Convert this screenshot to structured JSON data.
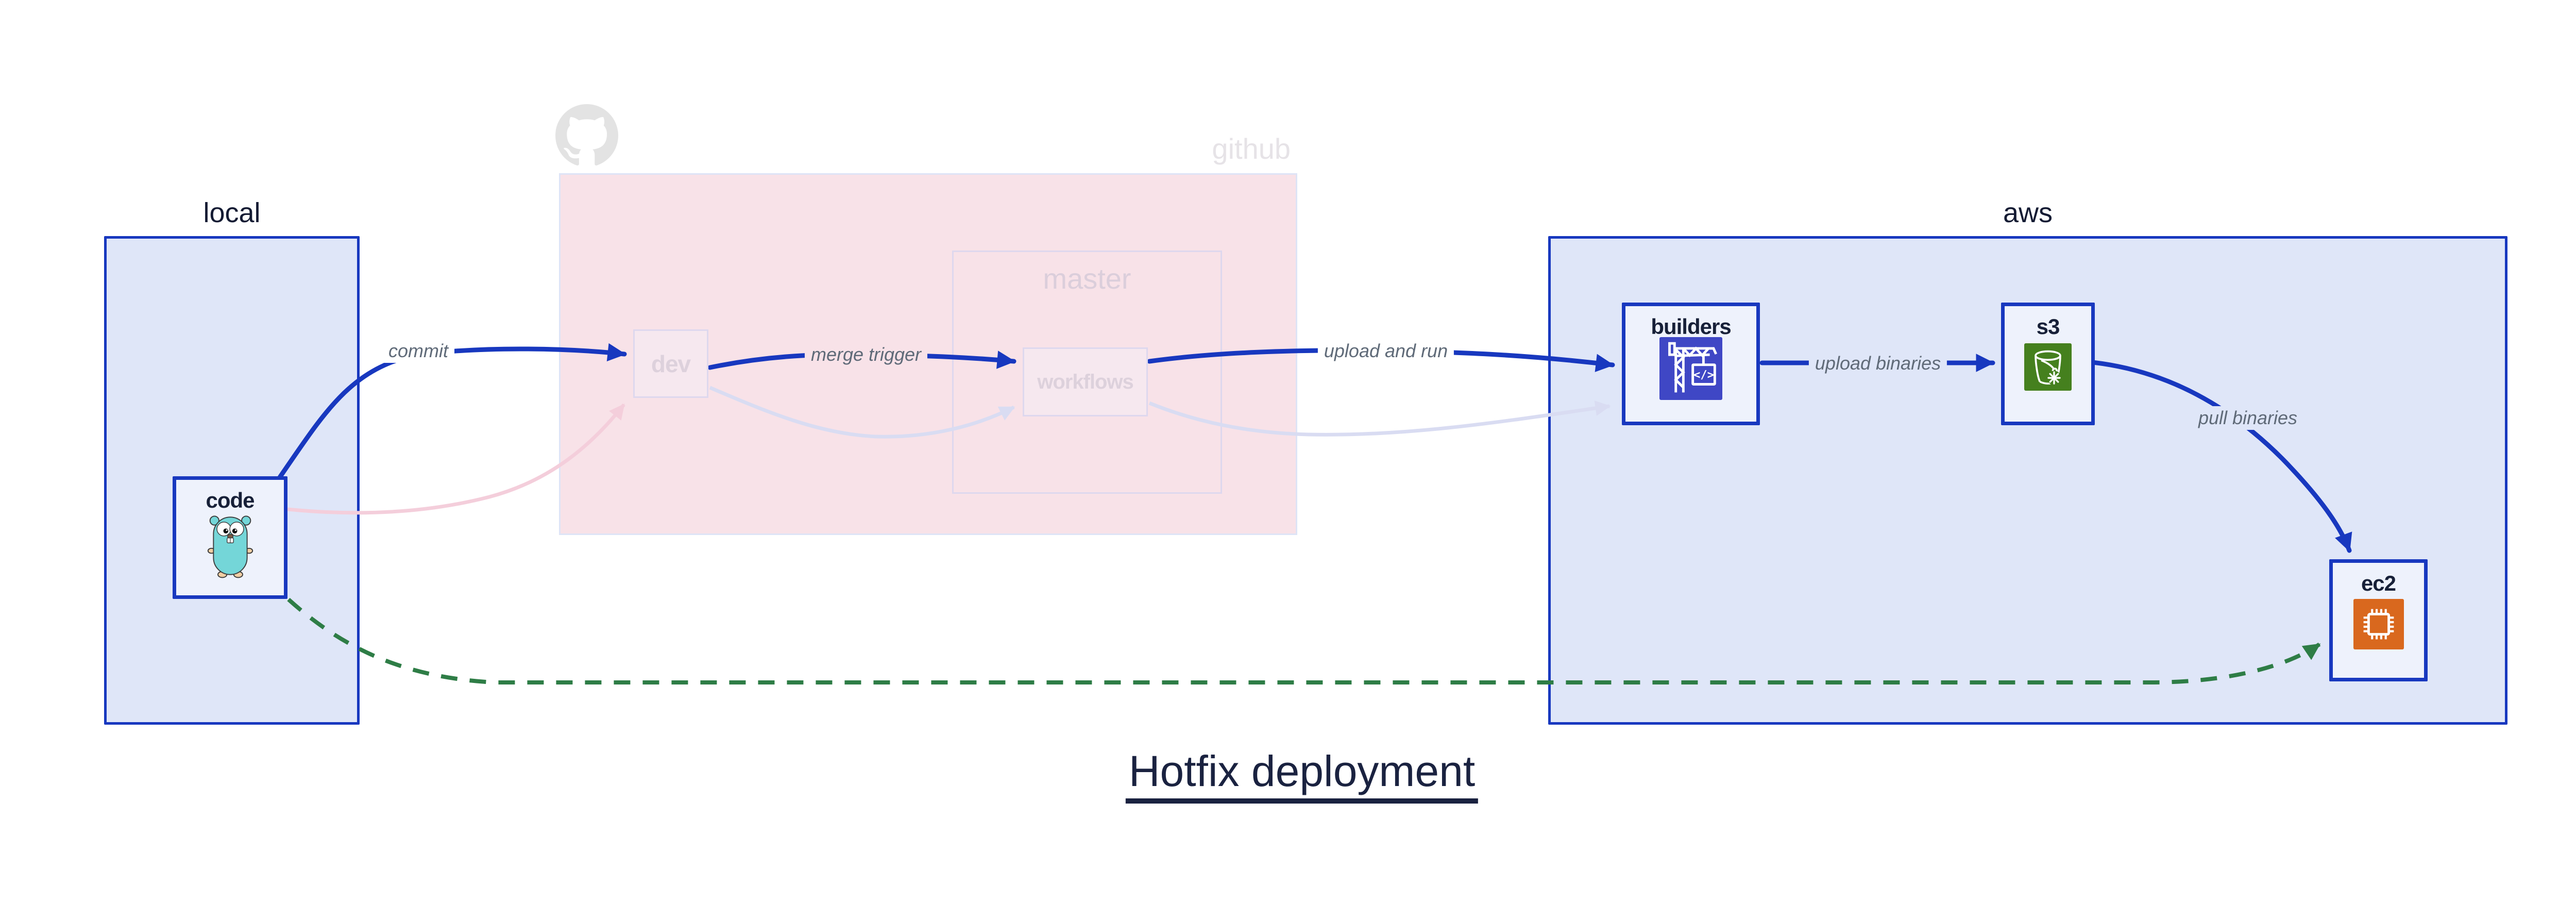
{
  "title": "Hotfix deployment",
  "containers": {
    "local": {
      "label": "local"
    },
    "github": {
      "label": "github"
    },
    "master": {
      "label": "master"
    },
    "aws": {
      "label": "aws"
    }
  },
  "nodes": {
    "code": {
      "label": "code",
      "icon": "go-gopher-icon"
    },
    "dev": {
      "label": "dev"
    },
    "workflows": {
      "label": "workflows"
    },
    "builders": {
      "label": "builders",
      "icon": "codebuild-crane-icon",
      "icon_color": "#3f47c5"
    },
    "s3": {
      "label": "s3",
      "icon": "s3-glacier-bucket-icon",
      "icon_color": "#45801e"
    },
    "ec2": {
      "label": "ec2",
      "icon": "ec2-chip-icon",
      "icon_color": "#d9681e"
    }
  },
  "edges": [
    {
      "id": "commit",
      "from": "code",
      "to": "dev",
      "label": "commit",
      "style": "solid",
      "color": "#1838bf"
    },
    {
      "id": "merge-trigger",
      "from": "dev",
      "to": "workflows",
      "label": "merge trigger",
      "style": "solid",
      "color": "#1838bf"
    },
    {
      "id": "upload-and-run",
      "from": "workflows",
      "to": "builders",
      "label": "upload and run",
      "style": "solid",
      "color": "#1838bf"
    },
    {
      "id": "upload-binaries",
      "from": "builders",
      "to": "s3",
      "label": "upload binaries",
      "style": "solid",
      "color": "#1838bf"
    },
    {
      "id": "pull-binaries",
      "from": "s3",
      "to": "ec2",
      "label": "pull binaries",
      "style": "solid",
      "color": "#1838bf"
    },
    {
      "id": "hotfix-direct",
      "from": "code",
      "to": "ec2",
      "label": "",
      "style": "dashed",
      "color": "#2e7d46"
    },
    {
      "id": "faded-code-dev",
      "from": "code",
      "to": "dev",
      "label": "",
      "style": "faded",
      "color": "#f4cedb"
    },
    {
      "id": "faded-dev-workflows",
      "from": "dev",
      "to": "workflows",
      "label": "",
      "style": "faded",
      "color": "#d9dcf2"
    },
    {
      "id": "faded-workflows-builders",
      "from": "workflows",
      "to": "builders",
      "label": "",
      "style": "faded",
      "color": "#d9dcf2"
    }
  ],
  "colors": {
    "accent_blue": "#1838bf",
    "container_fill": "#dfe6f8",
    "node_fill": "#eef2fc",
    "github_pink_fill": "#f8e2e8",
    "faded_border": "#ded8ee",
    "faded_text": "#ddd1dc",
    "edge_label_gray": "#5f6a78",
    "green_dashed": "#2e7d46",
    "pink_faded_edge": "#f4cedb",
    "lavender_faded_edge": "#d9dcf2",
    "octocat_gray": "#e3e3e3",
    "codebuild_indigo": "#3f47c5",
    "s3_green": "#45801e",
    "ec2_orange": "#d9681e",
    "text_dark": "#141b33"
  }
}
